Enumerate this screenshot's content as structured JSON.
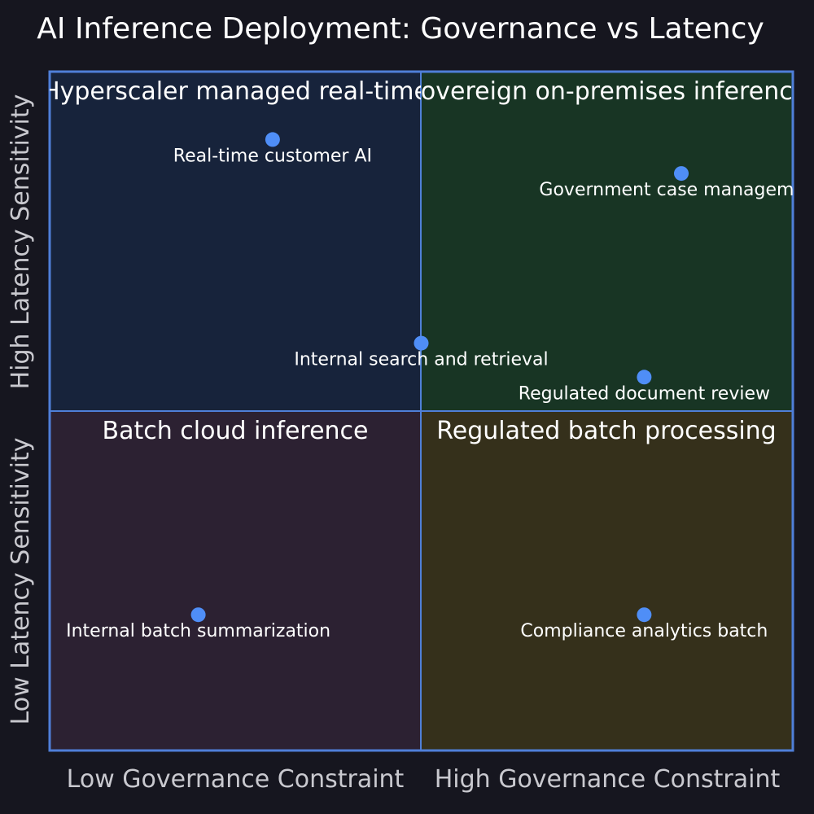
{
  "colors": {
    "background": "#16161f",
    "frame": "#4f7fd8",
    "point": "#4f8ef7",
    "quadrant_top_left": "#17233b",
    "quadrant_top_right": "#183524",
    "quadrant_bottom_left": "#2c2132",
    "quadrant_bottom_right": "#35301b"
  },
  "chart_data": {
    "type": "scatter",
    "title": "AI Inference Deployment: Governance vs Latency",
    "x_axis": {
      "low_label": "Low Governance Constraint",
      "high_label": "High Governance Constraint",
      "range": [
        0,
        1
      ],
      "split": 0.5
    },
    "y_axis": {
      "low_label": "Low Latency Sensitivity",
      "high_label": "High Latency Sensitivity",
      "range": [
        0,
        1
      ],
      "split": 0.5
    },
    "quadrants": {
      "top_left": "Hyperscaler managed real-time",
      "top_right": "Sovereign on-premises inference",
      "bottom_left": "Batch cloud inference",
      "bottom_right": "Regulated batch processing"
    },
    "points": [
      {
        "label": "Real-time customer AI",
        "x": 0.3,
        "y": 0.9
      },
      {
        "label": "Government case management",
        "x": 0.85,
        "y": 0.85
      },
      {
        "label": "Internal search and retrieval",
        "x": 0.5,
        "y": 0.6
      },
      {
        "label": "Regulated document review",
        "x": 0.8,
        "y": 0.55
      },
      {
        "label": "Internal batch summarization",
        "x": 0.2,
        "y": 0.2
      },
      {
        "label": "Compliance analytics batch",
        "x": 0.8,
        "y": 0.2
      }
    ]
  }
}
